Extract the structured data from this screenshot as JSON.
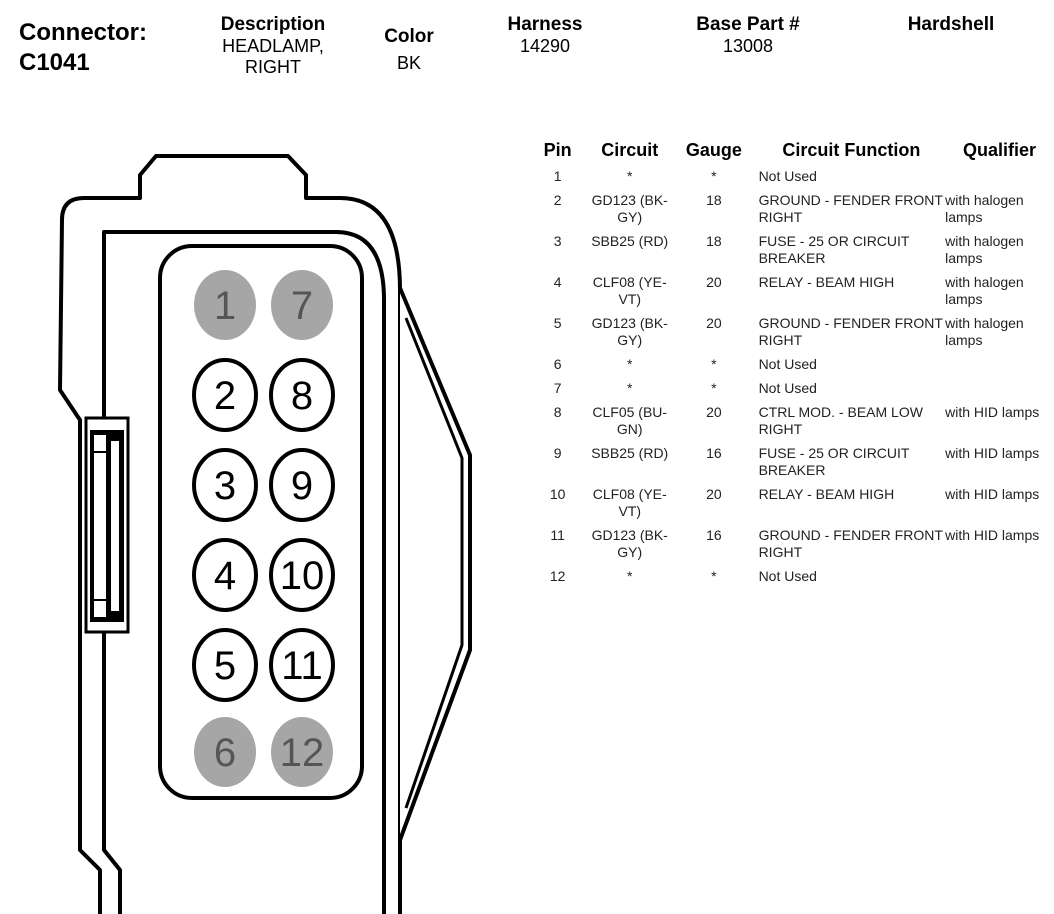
{
  "connector": {
    "line1": "Connector:",
    "line2": "C1041"
  },
  "header": {
    "description_label": "Description",
    "description_line1": "HEADLAMP,",
    "description_line2": "RIGHT",
    "color_label": "Color",
    "color_value": "BK",
    "harness_label": "Harness",
    "harness_value": "14290",
    "base_label": "Base Part #",
    "base_value": "13008",
    "hardshell_label": "Hardshell"
  },
  "table": {
    "headers": {
      "pin": "Pin",
      "circuit": "Circuit",
      "gauge": "Gauge",
      "function": "Circuit Function",
      "qualifier": "Qualifier"
    },
    "rows": [
      {
        "pin": "1",
        "circuit": "*",
        "gauge": "*",
        "function": "Not Used",
        "qualifier": ""
      },
      {
        "pin": "2",
        "circuit": "GD123 (BK-GY)",
        "gauge": "18",
        "function": "GROUND - FENDER FRONT RIGHT",
        "qualifier": "with halogen lamps"
      },
      {
        "pin": "3",
        "circuit": "SBB25 (RD)",
        "gauge": "18",
        "function": "FUSE - 25 OR CIRCUIT BREAKER",
        "qualifier": "with halogen lamps"
      },
      {
        "pin": "4",
        "circuit": "CLF08 (YE-VT)",
        "gauge": "20",
        "function": "RELAY - BEAM HIGH",
        "qualifier": "with halogen lamps"
      },
      {
        "pin": "5",
        "circuit": "GD123 (BK-GY)",
        "gauge": "20",
        "function": "GROUND - FENDER FRONT RIGHT",
        "qualifier": "with halogen lamps"
      },
      {
        "pin": "6",
        "circuit": "*",
        "gauge": "*",
        "function": "Not Used",
        "qualifier": ""
      },
      {
        "pin": "7",
        "circuit": "*",
        "gauge": "*",
        "function": "Not Used",
        "qualifier": ""
      },
      {
        "pin": "8",
        "circuit": "CLF05 (BU-GN)",
        "gauge": "20",
        "function": "CTRL MOD. - BEAM LOW RIGHT",
        "qualifier": "with HID lamps"
      },
      {
        "pin": "9",
        "circuit": "SBB25 (RD)",
        "gauge": "16",
        "function": "FUSE - 25 OR CIRCUIT BREAKER",
        "qualifier": "with HID lamps"
      },
      {
        "pin": "10",
        "circuit": "CLF08 (YE-VT)",
        "gauge": "20",
        "function": "RELAY - BEAM HIGH",
        "qualifier": "with HID lamps"
      },
      {
        "pin": "11",
        "circuit": "GD123 (BK-GY)",
        "gauge": "16",
        "function": "GROUND - FENDER FRONT RIGHT",
        "qualifier": "with HID lamps"
      },
      {
        "pin": "12",
        "circuit": "*",
        "gauge": "*",
        "function": "Not Used",
        "qualifier": ""
      }
    ]
  },
  "diagram": {
    "pins": [
      "1",
      "2",
      "3",
      "4",
      "5",
      "6",
      "7",
      "8",
      "9",
      "10",
      "11",
      "12"
    ],
    "unused_pins": [
      "1",
      "6",
      "7",
      "12"
    ],
    "unused_fill": "#a6a6a6",
    "used_fill": "#ffffff"
  }
}
